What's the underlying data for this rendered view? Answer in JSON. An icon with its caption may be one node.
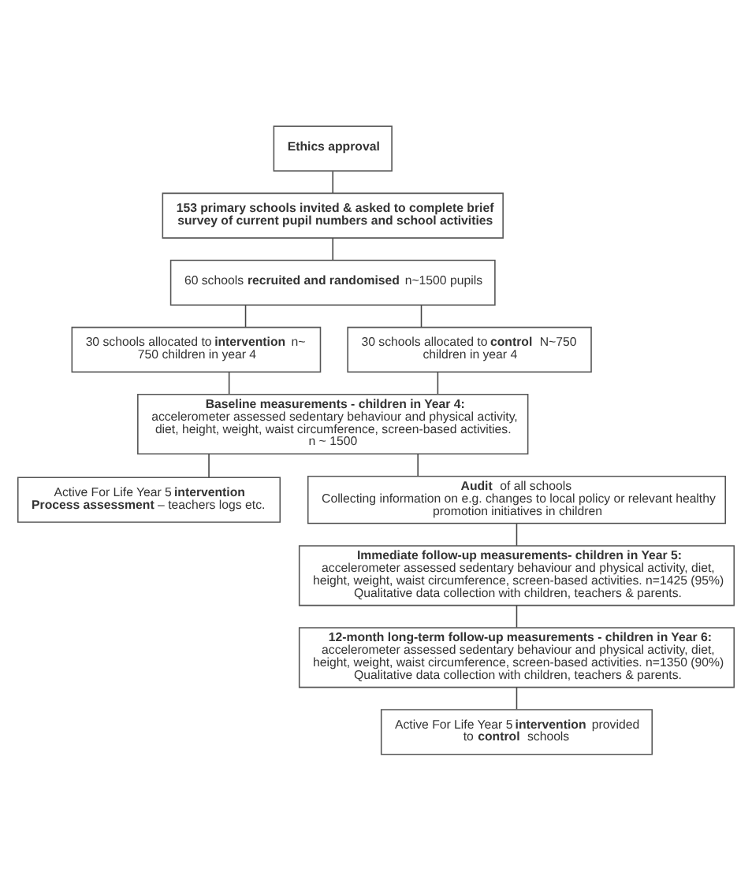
{
  "diagram": {
    "nodes": [
      {
        "text": [
          "Ethics approval"
        ]
      },
      {
        "text": [
          "153 primary schools invited & asked to complete brief survey of current pupil numbers and school activities"
        ]
      },
      {
        "text": [
          "60 schools **recruited and randomised** n~1500 pupils"
        ]
      },
      {
        "text": [
          "30 schools allocated to **intervention** n~ 750 children in year 4"
        ]
      },
      {
        "text": [
          "30 schools allocated to **control** N~750 children in year 4"
        ]
      },
      {
        "text": [
          "Baseline measurements - children in Year 4:",
          "accelerometer assessed sedentary behaviour and physical activity, diet, height, weight, waist circumference, screen-based activities.",
          "n ~ 1500"
        ]
      },
      {
        "text": [
          "Active For Life Year 5 **intervention**",
          "**Process assessment** – teachers logs etc."
        ]
      },
      {
        "text": [
          "**Audit** of all schools",
          "Collecting information on e.g. changes to local policy or relevant healthy promotion initiatives in children"
        ]
      },
      {
        "text": [
          "Immediate follow-up measurements- children in Year 5:",
          "accelerometer assessed sedentary behaviour and physical activity, diet, height, weight, waist circumference, screen-based activities. n=1425 (95%)",
          "Qualitative data collection with children, teachers & parents."
        ]
      },
      {
        "text": [
          "12-month long-term follow-up measurements - children in Year 6:",
          "accelerometer assessed sedentary behaviour and physical activity, diet, height, weight, waist circumference, screen-based activities. n=1350 (90%)",
          "Qualitative data collection with children, teachers & parents."
        ]
      },
      {
        "text": [
          "Active For Life Year 5 **intervention** provided to **control** schools"
        ]
      }
    ],
    "edges": [
      {
        "from": 0,
        "to": 1,
        "arrow": "none"
      },
      {
        "from": 1,
        "to": 2,
        "arrow": "none"
      },
      {
        "from": 2,
        "to": 3,
        "arrow": "none"
      },
      {
        "from": 2,
        "to": 4,
        "arrow": "none"
      },
      {
        "from": 3,
        "to": 5,
        "arrow": "none"
      },
      {
        "from": 4,
        "to": 5,
        "arrow": "none"
      },
      {
        "from": 5,
        "to": 6,
        "arrow": "none"
      },
      {
        "from": 5,
        "to": 7,
        "arrow": "none"
      },
      {
        "from": 7,
        "to": 8,
        "arrow": "none"
      },
      {
        "from": 8,
        "to": 9,
        "arrow": "none"
      },
      {
        "from": 9,
        "to": 10,
        "arrow": "none"
      }
    ]
  }
}
